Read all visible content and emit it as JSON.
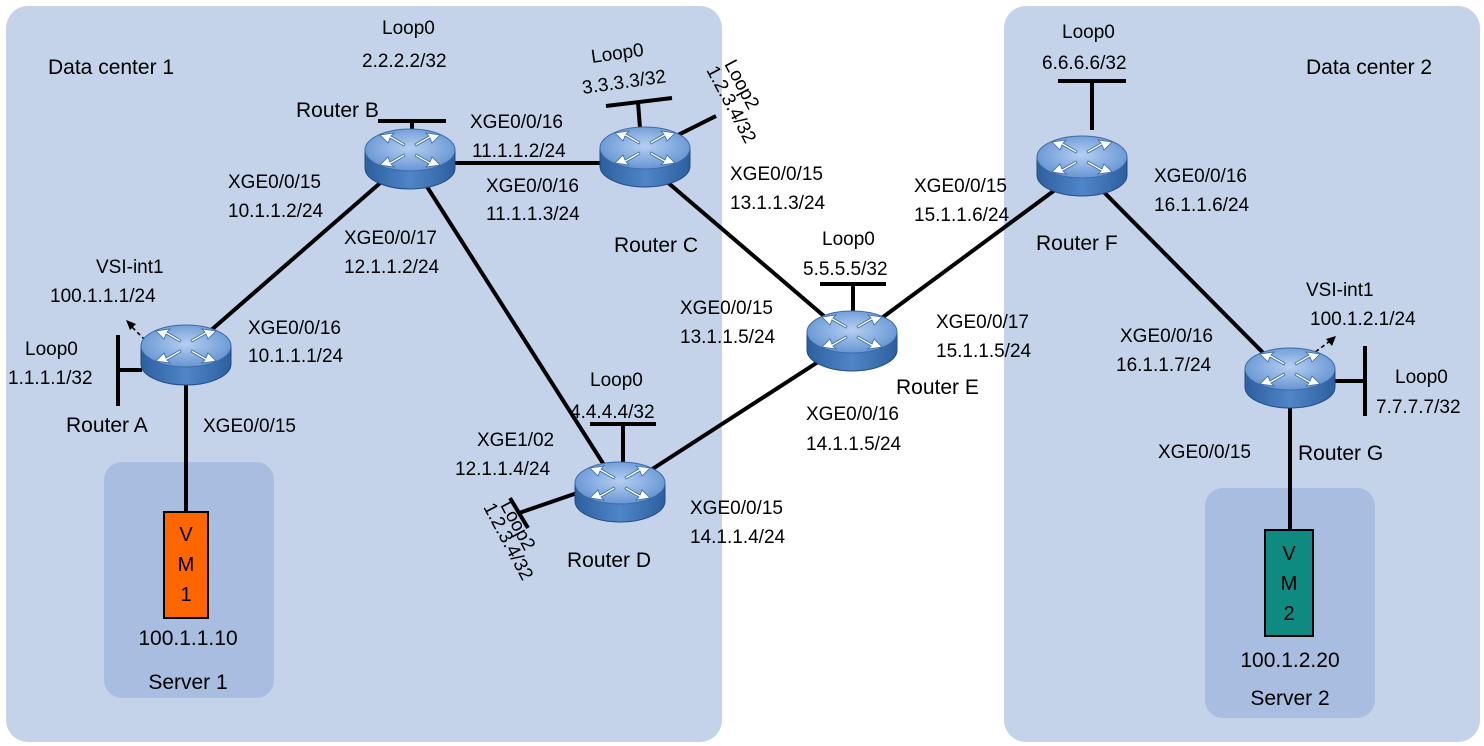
{
  "data_centers": [
    {
      "id": "dc1",
      "title": "Data center 1"
    },
    {
      "id": "dc2",
      "title": "Data center 2"
    }
  ],
  "servers": [
    {
      "id": "s1",
      "label": "Server 1",
      "vm_line1": "V",
      "vm_line2": "M",
      "vm_line3": "1",
      "vm_ip": "100.1.1.10",
      "vm_color": "#ff6600"
    },
    {
      "id": "s2",
      "label": "Server 2",
      "vm_line1": "V",
      "vm_line2": "M",
      "vm_line3": "2",
      "vm_ip": "100.1.2.20",
      "vm_color": "#0f8a80"
    }
  ],
  "routers": [
    {
      "id": "A",
      "name": "Router A",
      "loop_name": "Loop0",
      "loop_ip": "1.1.1.1/32",
      "vsi_name": "VSI-int1",
      "vsi_ip": "100.1.1.1/24"
    },
    {
      "id": "B",
      "name": "Router B",
      "loop_name": "Loop0",
      "loop_ip": "2.2.2.2/32"
    },
    {
      "id": "C",
      "name": "Router C",
      "loop_name": "Loop0",
      "loop_ip": "3.3.3.3/32",
      "loop2_name": "Loop2",
      "loop2_ip": "1.2.3.4/32"
    },
    {
      "id": "D",
      "name": "Router D",
      "loop_name": "Loop0",
      "loop_ip": "4.4.4.4/32",
      "loop2_name": "Loop2",
      "loop2_ip": "1.2.3.4/32"
    },
    {
      "id": "E",
      "name": "Router E",
      "loop_name": "Loop0",
      "loop_ip": "5.5.5.5/32"
    },
    {
      "id": "F",
      "name": "Router F",
      "loop_name": "Loop0",
      "loop_ip": "6.6.6.6/32"
    },
    {
      "id": "G",
      "name": "Router G",
      "loop_name": "Loop0",
      "loop_ip": "7.7.7.7/32",
      "vsi_name": "VSI-int1",
      "vsi_ip": "100.1.2.1/24"
    }
  ],
  "interfaces": {
    "A_to_B": {
      "if": "XGE0/0/16",
      "ip": "10.1.1.1/24"
    },
    "A_to_server": {
      "if": "XGE0/0/15"
    },
    "B_to_A": {
      "if": "XGE0/0/15",
      "ip": "10.1.1.2/24"
    },
    "B_to_C": {
      "if": "XGE0/0/16",
      "ip": "11.1.1.3/24"
    },
    "B_to_D": {
      "if": "XGE0/0/17",
      "ip": "12.1.1.2/24"
    },
    "C_to_B": {
      "if": "XGE0/0/16",
      "ip": "11.1.1.2/24"
    },
    "C_to_E": {
      "if": "XGE0/0/15",
      "ip": "13.1.1.3/24"
    },
    "D_to_B": {
      "if": "XGE1/02",
      "ip": "12.1.1.4/24"
    },
    "D_to_E": {
      "if": "XGE0/0/15",
      "ip": "14.1.1.4/24"
    },
    "E_to_C": {
      "if": "XGE0/0/15",
      "ip": "13.1.1.5/24"
    },
    "E_to_D": {
      "if": "XGE0/0/16",
      "ip": "14.1.1.5/24"
    },
    "E_to_F": {
      "if": "XGE0/0/17",
      "ip": "15.1.1.5/24"
    },
    "F_to_E": {
      "if": "XGE0/0/15",
      "ip": "15.1.1.6/24"
    },
    "F_to_G": {
      "if": "XGE0/0/16",
      "ip": "16.1.1.6/24"
    },
    "G_to_F": {
      "if": "XGE0/0/16",
      "ip": "16.1.1.7/24"
    },
    "G_to_server": {
      "if": "XGE0/0/15"
    }
  },
  "colors": {
    "dc_background": "#c5d3ea",
    "server_background": "#a9bde0",
    "router_body": "#4a7fc0",
    "router_top": "#8fb3e6"
  }
}
